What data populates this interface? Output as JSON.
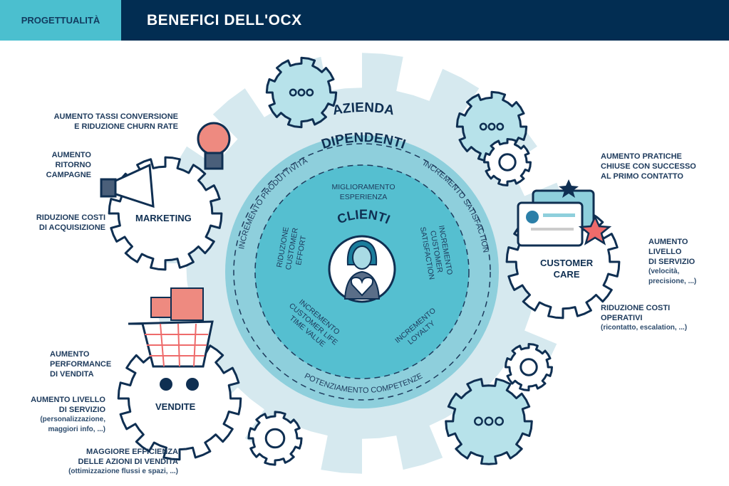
{
  "header": {
    "section": "PROGETTUALITÀ",
    "title": "BENEFICI DELL'OCX"
  },
  "rings": {
    "azienda": "AZIENDA",
    "dipendenti": "DIPENDENTI",
    "clienti": "CLIENTI",
    "dipendenti_items": [
      "INCREMENTO PRODUTTIVITÀ",
      "INCREMENTO SATISFACTION",
      "POTENZIAMENTO COMPETENZE"
    ],
    "clienti_items": {
      "top": [
        "MIGLIORAMENTO",
        "ESPERIENZA"
      ],
      "left": [
        "RIDUZIONE",
        "CUSTOMER",
        "EFFORT"
      ],
      "right": [
        "INCREMENTO",
        "CUSTOMER",
        "SATISFACTION"
      ],
      "bottom_left": [
        "INCREMENTO",
        "CUSTOMER LIFE",
        "TIME VALUE"
      ],
      "bottom_right": [
        "INCREMENTO",
        "LOYALTY"
      ]
    }
  },
  "marketing": {
    "title": "MARKETING",
    "benefits": [
      {
        "lines": [
          "AUMENTO TASSI CONVERSIONE",
          "E RIDUZIONE CHURN RATE"
        ]
      },
      {
        "lines": [
          "AUMENTO",
          "RITORNO",
          "CAMPAGNE"
        ]
      },
      {
        "lines": [
          "RIDUZIONE COSTI",
          "DI ACQUISIZIONE"
        ]
      }
    ]
  },
  "customer_care": {
    "title": [
      "CUSTOMER",
      "CARE"
    ],
    "benefits": [
      {
        "lines": [
          "AUMENTO PRATICHE",
          "CHIUSE CON SUCCESSO",
          "AL PRIMO CONTATTO"
        ]
      },
      {
        "lines": [
          "AUMENTO",
          "LIVELLO",
          "DI SERVIZIO"
        ],
        "sub": [
          "(velocità,",
          "precisione, ...)"
        ]
      },
      {
        "lines": [
          "RIDUZIONE COSTI",
          "OPERATIVI"
        ],
        "sub": [
          "(ricontatto, escalation, ...)"
        ]
      }
    ]
  },
  "vendite": {
    "title": "VENDITE",
    "benefits": [
      {
        "lines": [
          "AUMENTO",
          "PERFORMANCE",
          "DI VENDITA"
        ]
      },
      {
        "lines": [
          "AUMENTO LIVELLO",
          "DI SERVIZIO"
        ],
        "sub": [
          "(personalizzazione,",
          "maggiori info, ...)"
        ]
      },
      {
        "lines": [
          "MAGGIORE EFFICIENZA",
          "DELLE AZIONI DI VENDITA"
        ],
        "sub": [
          "(ottimizzazione flussi e spazi, ...)"
        ]
      }
    ]
  },
  "colors": {
    "navy": "#022d52",
    "teal": "#4bbfcf",
    "light": "#d3e8ee",
    "ring": "#8ecfdc",
    "inner": "#55bfd0",
    "coral": "#ee6b6b"
  }
}
